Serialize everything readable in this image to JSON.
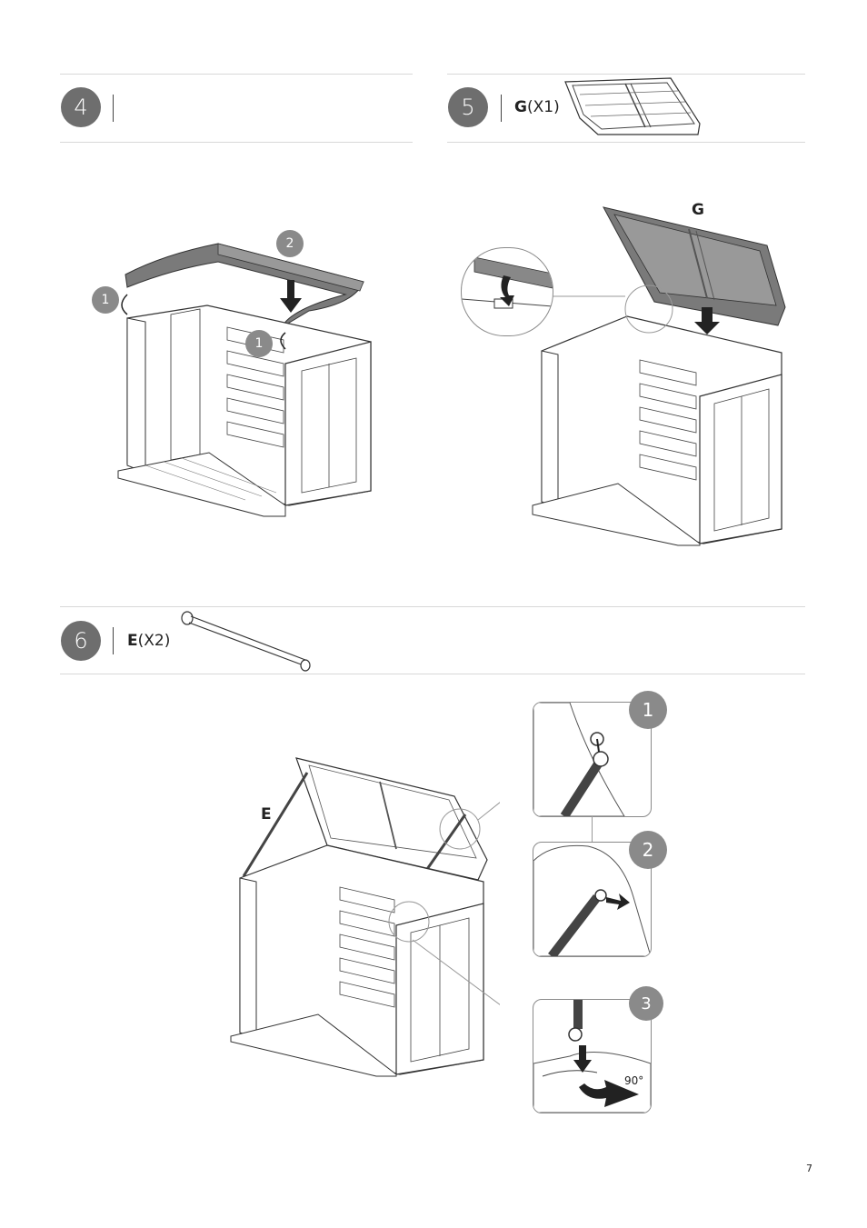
{
  "steps": [
    {
      "number": "4",
      "part_letter": "",
      "part_qty": ""
    },
    {
      "number": "5",
      "part_letter": "G",
      "part_qty": "(X1)"
    },
    {
      "number": "6",
      "part_letter": "E",
      "part_qty": "(X2)"
    }
  ],
  "step4": {
    "callout_1a": "1",
    "callout_2": "2",
    "callout_1b": "1"
  },
  "step5": {
    "lid_label": "G"
  },
  "step6": {
    "strut_label": "E",
    "detail_1": "1",
    "detail_2": "2",
    "detail_3": "3",
    "rotation_label": "90°"
  },
  "page_number": "7",
  "colors": {
    "step_circle": "#6e6e6e",
    "callout": "#8a8a8a",
    "part_fill": "#7a7a7a",
    "rule": "#d8d8d8"
  }
}
